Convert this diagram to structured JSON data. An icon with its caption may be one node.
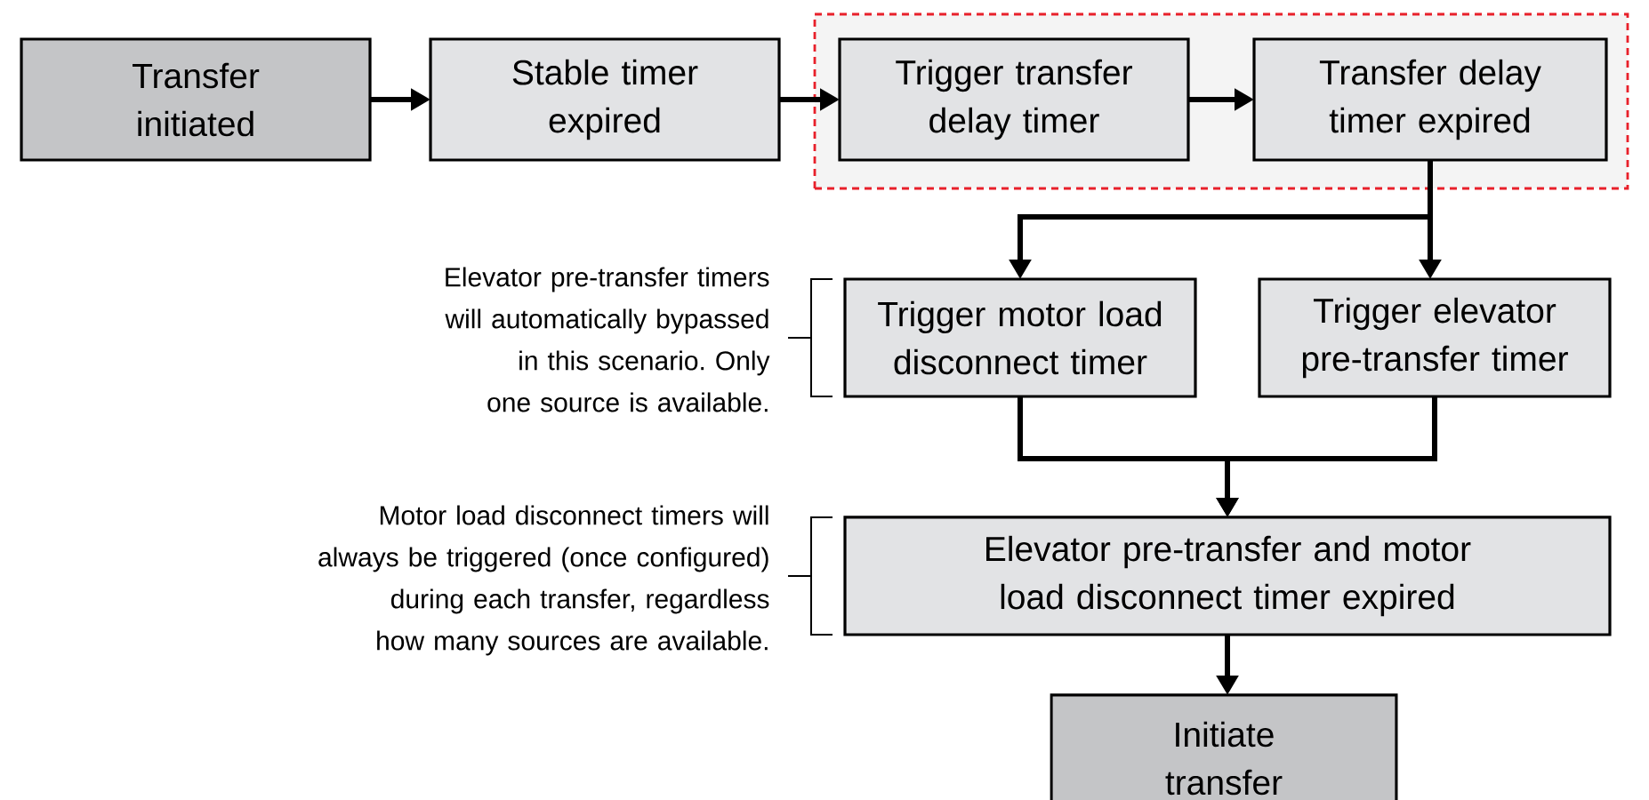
{
  "diagram": {
    "nodes": [
      {
        "text": [
          "Transfer initiated"
        ]
      },
      {
        "text": [
          "Stable timer expired"
        ]
      },
      {
        "text": [],
        "shape": "box"
      },
      {
        "text": [
          "Trigger transfer delay timer"
        ],
        "in": 2
      },
      {
        "text": [
          "Transfer delay timer expired"
        ],
        "in": 2
      },
      {
        "text": [
          "Trigger motor load disconnect timer"
        ]
      },
      {
        "text": [
          "Trigger elevator pre-transfer timer"
        ]
      },
      {
        "text": [
          "Elevator pre-transfer and motor load disconnect timer expired"
        ]
      },
      {
        "text": [
          "Initiate transfer"
        ]
      }
    ],
    "edges": [
      {
        "from": 0,
        "to": 1,
        "arrow": "to"
      },
      {
        "from": 1,
        "to": 3,
        "arrow": "to"
      },
      {
        "from": 3,
        "to": 4,
        "arrow": "to"
      },
      {
        "from": 4,
        "to": 5,
        "arrow": "to"
      },
      {
        "from": 4,
        "to": 6,
        "arrow": "to"
      },
      {
        "from": 5,
        "to": 7,
        "arrow": "to"
      },
      {
        "from": 6,
        "to": 7,
        "arrow": "to"
      },
      {
        "from": 7,
        "to": 8,
        "arrow": "to"
      }
    ],
    "labels": [
      "Elevator pre-transfer timers will automatically bypassed in this scenario. Only one source is available.",
      "Motor load disconnect timers will always be triggered (once configured) during each transfer, regardless how many sources are available."
    ]
  }
}
